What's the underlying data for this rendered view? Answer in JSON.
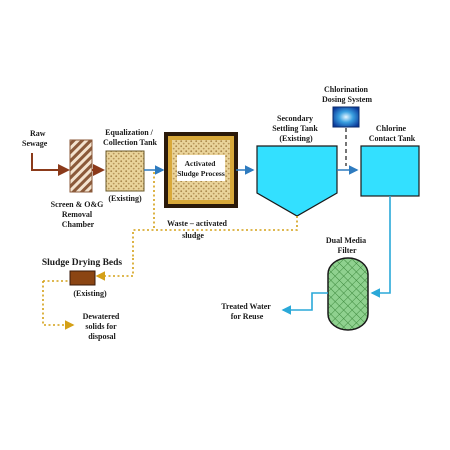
{
  "labels": {
    "raw_sewage": [
      "Raw",
      "Sewage"
    ],
    "screen": [
      "Screen & O&G",
      "Removal",
      "Chamber"
    ],
    "equalization": [
      "Equalization /",
      "Collection Tank"
    ],
    "eq_existing": "(Existing)",
    "activated": [
      "Activated",
      "Sludge Process"
    ],
    "secondary": [
      "Secondary",
      "Settling Tank",
      "(Existing)"
    ],
    "chlorination": [
      "Chlorination",
      "Dosing System"
    ],
    "chlorine_contact": [
      "Chlorine",
      "Contact Tank"
    ],
    "waste_sludge": [
      "Waste – activated",
      "sludge"
    ],
    "sludge_beds": "Sludge Drying Beds",
    "sludge_existing": "(Existing)",
    "dewatered": [
      "Dewatered",
      "solids for",
      "disposal"
    ],
    "dual_media": [
      "Dual Media",
      "Filter"
    ],
    "treated": [
      "Treated Water",
      "for Reuse"
    ]
  },
  "colors": {
    "raw_line": "#8b3a1a",
    "water_line": "#2e7bbf",
    "treated_line": "#2aa8d8",
    "sludge_line": "#d4a017",
    "tank_cyan": "#33e0ff",
    "sludge_bed": "#8b4513",
    "filter_green": "#7bc47f",
    "activated_frame": "#2b1a0a",
    "activated_fill": "#e8b84a"
  }
}
